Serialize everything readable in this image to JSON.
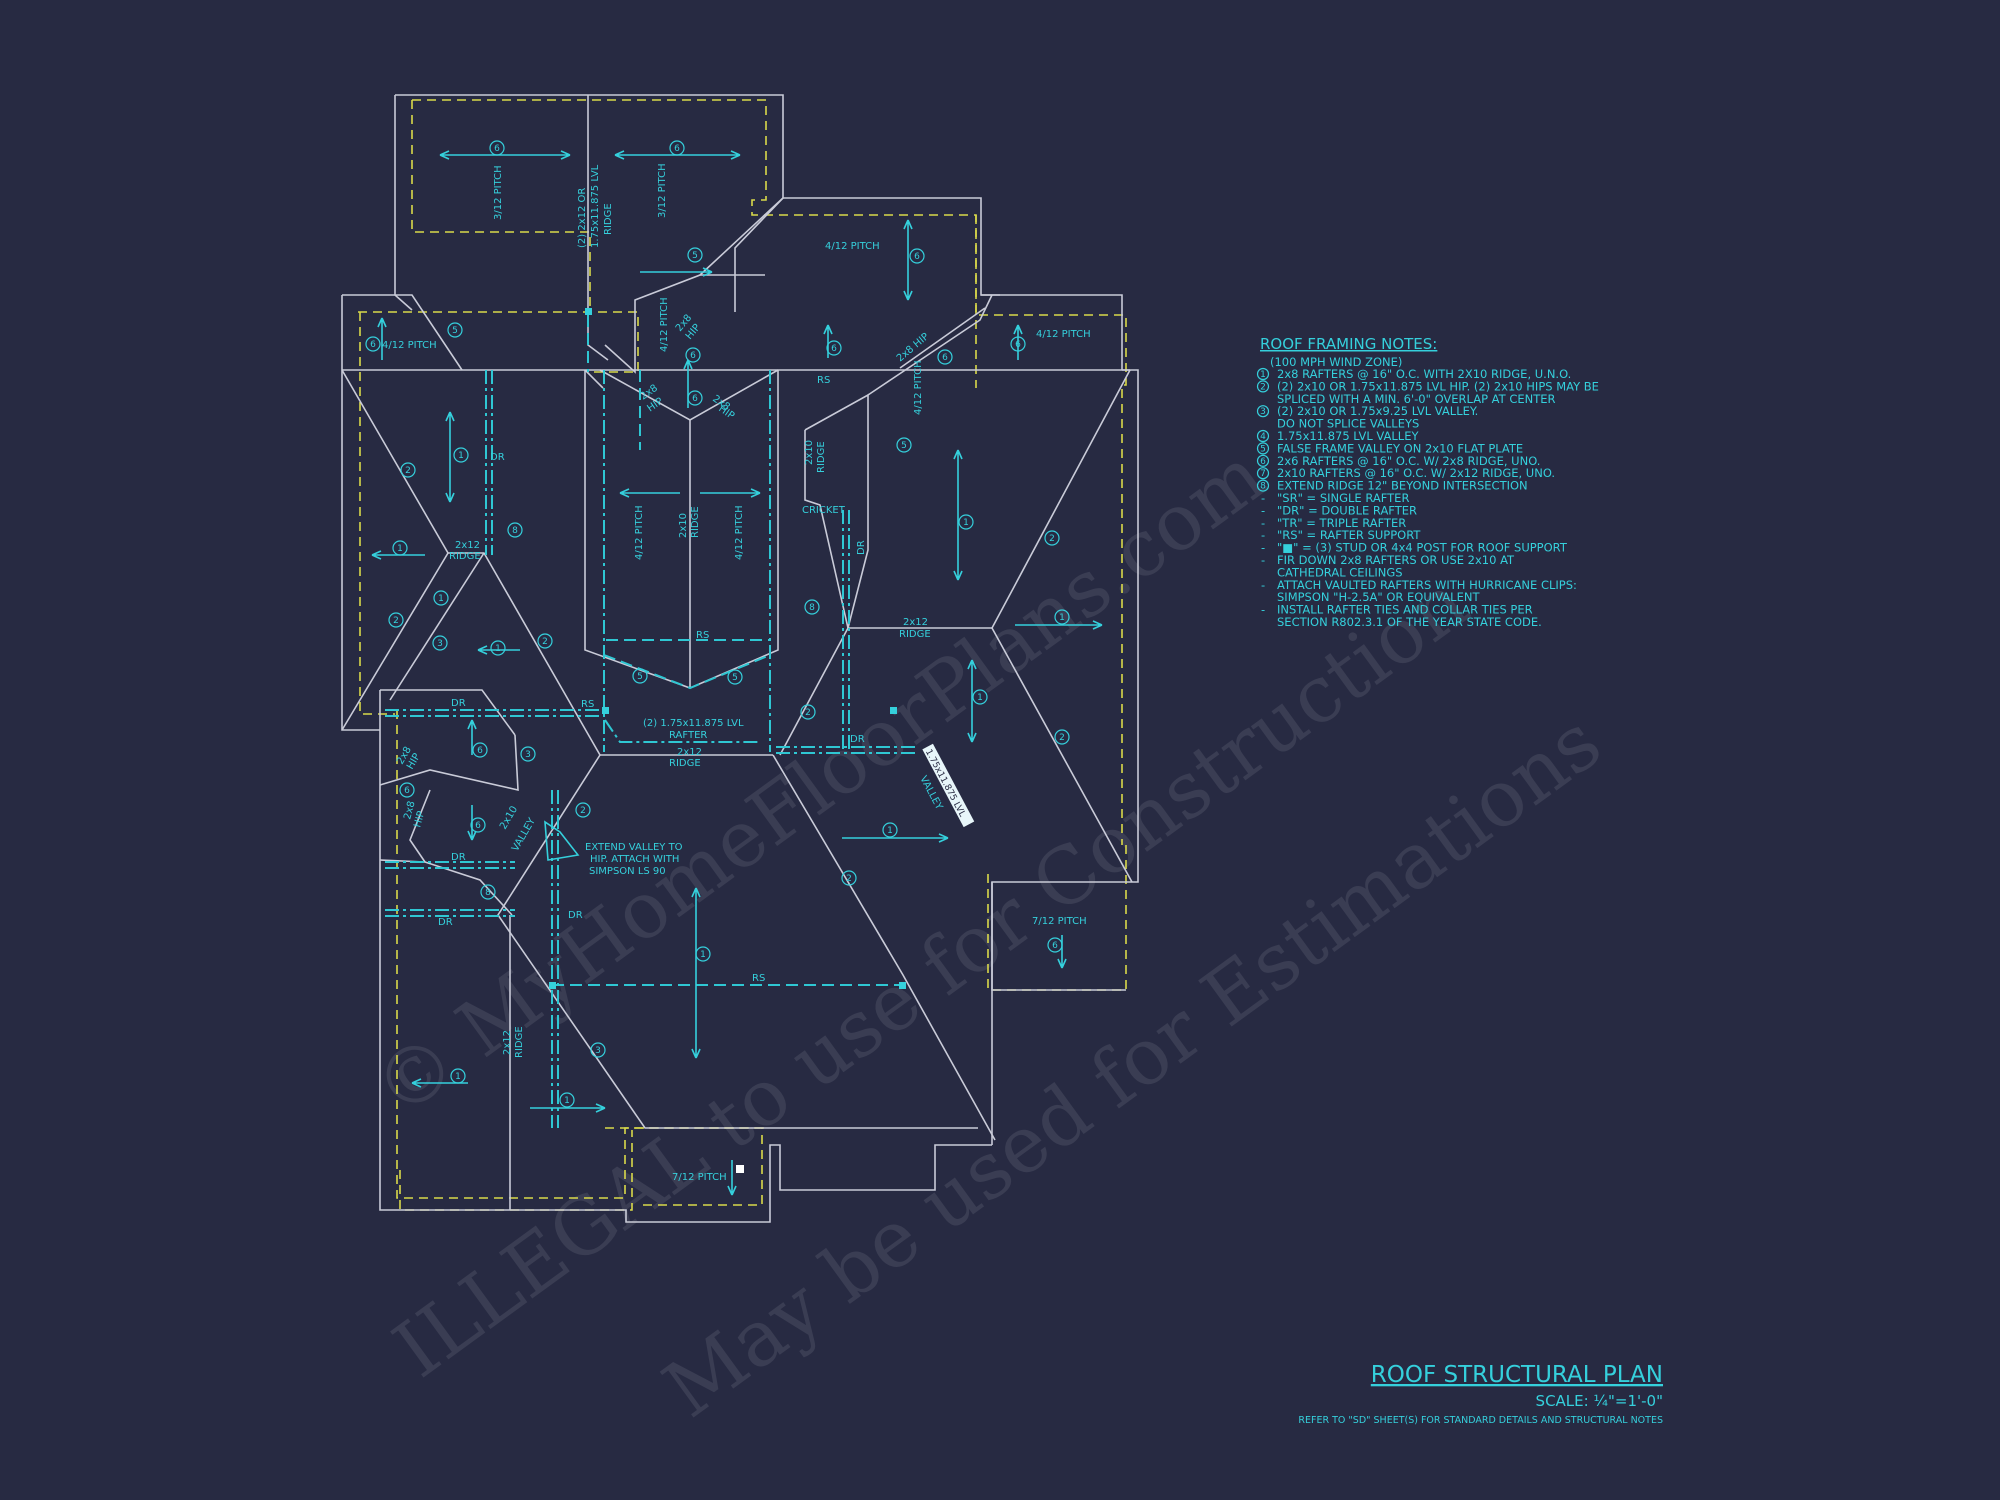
{
  "watermark": {
    "line1": "© MyHomeFloorPlans.com",
    "line2": "ILLEGAL to use for Construction",
    "line3": "May be used for Estimations"
  },
  "notes": {
    "title": "ROOF FRAMING NOTES:",
    "subtitle": "(100 MPH WIND ZONE)",
    "items": [
      {
        "mark": "1",
        "text": "2x8 RAFTERS @ 16\" O.C. WITH 2X10 RIDGE, U.N.O."
      },
      {
        "mark": "2",
        "text": "(2) 2x10 OR 1.75x11.875 LVL HIP. (2) 2x10 HIPS MAY BE"
      },
      {
        "mark": "",
        "text": "SPLICED WITH A MIN. 6'-0\" OVERLAP AT CENTER"
      },
      {
        "mark": "3",
        "text": "(2) 2x10 OR 1.75x9.25 LVL VALLEY."
      },
      {
        "mark": "",
        "text": "DO NOT SPLICE VALLEYS"
      },
      {
        "mark": "4",
        "text": "1.75x11.875 LVL VALLEY"
      },
      {
        "mark": "5",
        "text": "FALSE FRAME VALLEY ON 2x10 FLAT PLATE"
      },
      {
        "mark": "6",
        "text": "2x6 RAFTERS @ 16\" O.C. W/ 2x8 RIDGE, UNO."
      },
      {
        "mark": "7",
        "text": "2x10 RAFTERS @ 16\" O.C. W/ 2x12 RIDGE, UNO."
      },
      {
        "mark": "8",
        "text": "EXTEND RIDGE 12\" BEYOND INTERSECTION"
      },
      {
        "mark": "-",
        "text": "\"SR\" = SINGLE RAFTER"
      },
      {
        "mark": "-",
        "text": "\"DR\" = DOUBLE RAFTER"
      },
      {
        "mark": "-",
        "text": "\"TR\" = TRIPLE RAFTER"
      },
      {
        "mark": "-",
        "text": "\"RS\" = RAFTER SUPPORT"
      },
      {
        "mark": "-",
        "text": "\"■\" = (3) STUD OR 4x4 POST FOR ROOF SUPPORT"
      },
      {
        "mark": "-",
        "text": "FIR DOWN 2x8 RAFTERS OR USE 2x10 AT"
      },
      {
        "mark": "",
        "text": "CATHEDRAL CEILINGS"
      },
      {
        "mark": "-",
        "text": "ATTACH VAULTED RAFTERS WITH HURRICANE CLIPS:"
      },
      {
        "mark": "",
        "text": "SIMPSON \"H-2.5A\" OR EQUIVALENT"
      },
      {
        "mark": "-",
        "text": "INSTALL RAFTER TIES AND COLLAR TIES PER"
      },
      {
        "mark": "",
        "text": "SECTION R802.3.1 OF THE YEAR STATE CODE."
      }
    ]
  },
  "title_block": {
    "title": "ROOF STRUCTURAL PLAN",
    "scale": "SCALE: ¼\"=1'-0\"",
    "refer": "REFER TO \"SD\" SHEET(S) FOR STANDARD DETAILS AND STRUCTURAL NOTES"
  },
  "labels": {
    "pitch_3_12": "3/12 PITCH",
    "pitch_4_12": "4/12 PITCH",
    "pitch_7_12": "7/12 PITCH",
    "ridge_lvl_1": "(2) 2x12 OR",
    "ridge_lvl_2": "1.75x11.875 LVL",
    "ridge_word": "RIDGE",
    "dr": "DR",
    "rs": "RS",
    "ridge_2x12": "2x12",
    "ridge_2x10": "2x10",
    "hip_2x8": "2x8",
    "hip_word": "HIP",
    "hip_2x8_full": "2x8 HIP",
    "cricket": "CRICKET",
    "lvl_rafter_1": "(2) 1.75x11.875 LVL",
    "lvl_rafter_2": "RAFTER",
    "valley_2x10": "2x10",
    "valley_word": "VALLEY",
    "extend_1": "EXTEND VALLEY TO",
    "extend_2": "HIP.  ATTACH WITH",
    "extend_3": "SIMPSON LS 90",
    "valley_tag": "1.75x11.875 LVL"
  },
  "colors": {
    "background": "#272a42",
    "lines": "#c9cbd8",
    "annotation": "#35d0dc",
    "dashed_wall": "#d9d94a"
  }
}
